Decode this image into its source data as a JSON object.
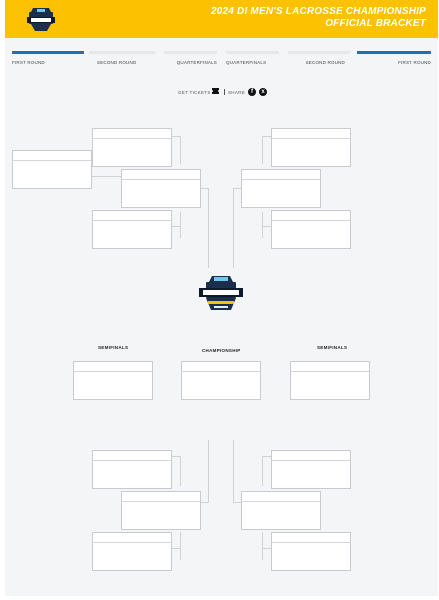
{
  "header": {
    "logo_alt": "NCAA Lacrosse Championships",
    "title_line1": "2024 DI MEN'S LACROSSE CHAMPIONSHIP",
    "title_line2": "OFFICIAL BRACKET"
  },
  "rounds": [
    {
      "label": "FIRST ROUND",
      "active": true
    },
    {
      "label": "SECOND ROUND",
      "active": false
    },
    {
      "label": "QUARTERFINALS",
      "active": false
    },
    {
      "label": "QUARTERFINALS",
      "active": false
    },
    {
      "label": "SECOND ROUND",
      "active": false
    },
    {
      "label": "FIRST ROUND",
      "active": true
    }
  ],
  "actions": {
    "get_tickets": "GET TICKETS",
    "share": "SHARE"
  },
  "labels": {
    "semifinals_left": "SEMIFINALS",
    "championship": "CHAMPIONSHIP",
    "semifinals_right": "SEMIFINALS"
  },
  "colors": {
    "header": "#fcc100",
    "active_round": "#1f6fb2",
    "background": "#f4f5f7"
  }
}
